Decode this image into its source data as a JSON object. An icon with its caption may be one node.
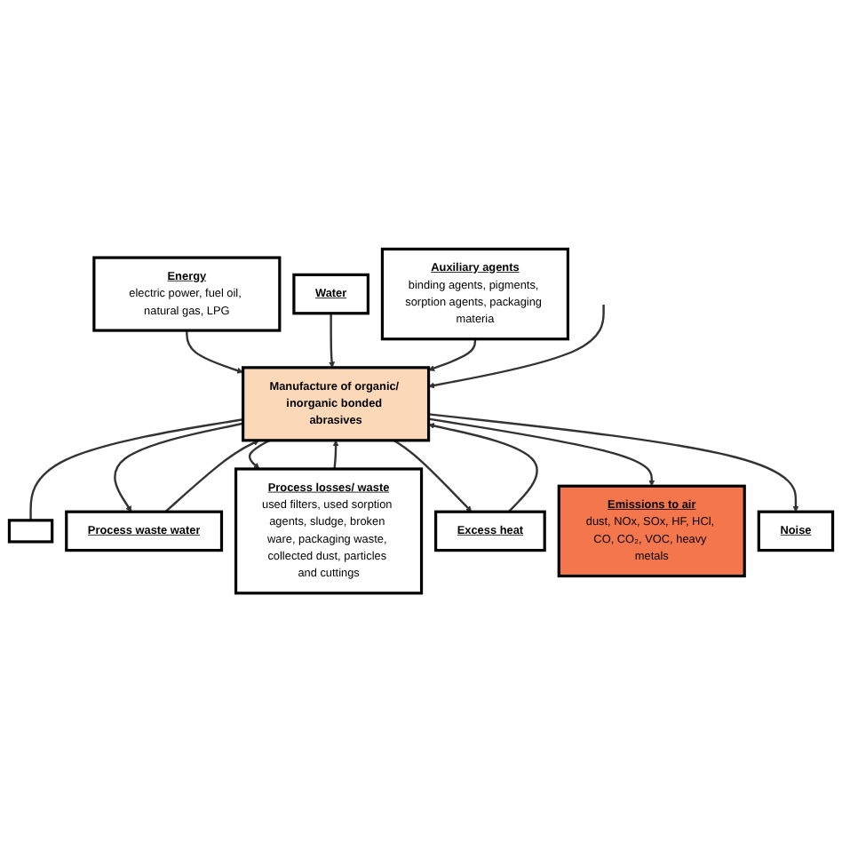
{
  "diagram": {
    "nodes": [
      {
        "text": [
          "Energy",
          "electric power, fuel oil, natural gas, LPG"
        ]
      },
      {
        "text": [
          "Water"
        ]
      },
      {
        "text": [
          "Auxiliary agents",
          "binding agents, pigments, sorption agents, packaging materia"
        ]
      },
      {
        "text": [
          "Manufacture of organic/ inorganic bonded abrasives"
        ]
      },
      {
        "text": [
          "Excess heat"
        ]
      },
      {
        "text": [
          "Emissions to air",
          "dust, NOx, SOx, HF, HCl, CO, CO₂, VOC, heavy metals"
        ]
      },
      {
        "text": [
          "Noise"
        ]
      },
      {
        "text": [
          "Process losses/ waste",
          "used filters, used sorption agents, sludge, broken ware, packaging waste, collected dust, particles and cuttings"
        ]
      },
      {
        "text": [
          "Process waste water"
        ]
      },
      {
        "text": [],
        "shape": "box"
      }
    ],
    "edges": [
      {
        "from": 0,
        "to": 3,
        "arrow": "to"
      },
      {
        "from": 1,
        "to": 3,
        "arrow": "to"
      },
      {
        "from": 2,
        "to": 3,
        "arrow": "to"
      },
      {
        "from": null,
        "to": 3,
        "arrow": "to"
      },
      {
        "from": 3,
        "to": 9,
        "arrow": "none"
      },
      {
        "from": 3,
        "to": 8,
        "arrow": "to"
      },
      {
        "from": 8,
        "to": 3,
        "arrow": "to"
      },
      {
        "from": 3,
        "to": 7,
        "arrow": "to"
      },
      {
        "from": 7,
        "to": 3,
        "arrow": "to"
      },
      {
        "from": 3,
        "to": 4,
        "arrow": "to"
      },
      {
        "from": 4,
        "to": 3,
        "arrow": "to"
      },
      {
        "from": 3,
        "to": 5,
        "arrow": "to"
      },
      {
        "from": 3,
        "to": 6,
        "arrow": "to"
      }
    ]
  }
}
